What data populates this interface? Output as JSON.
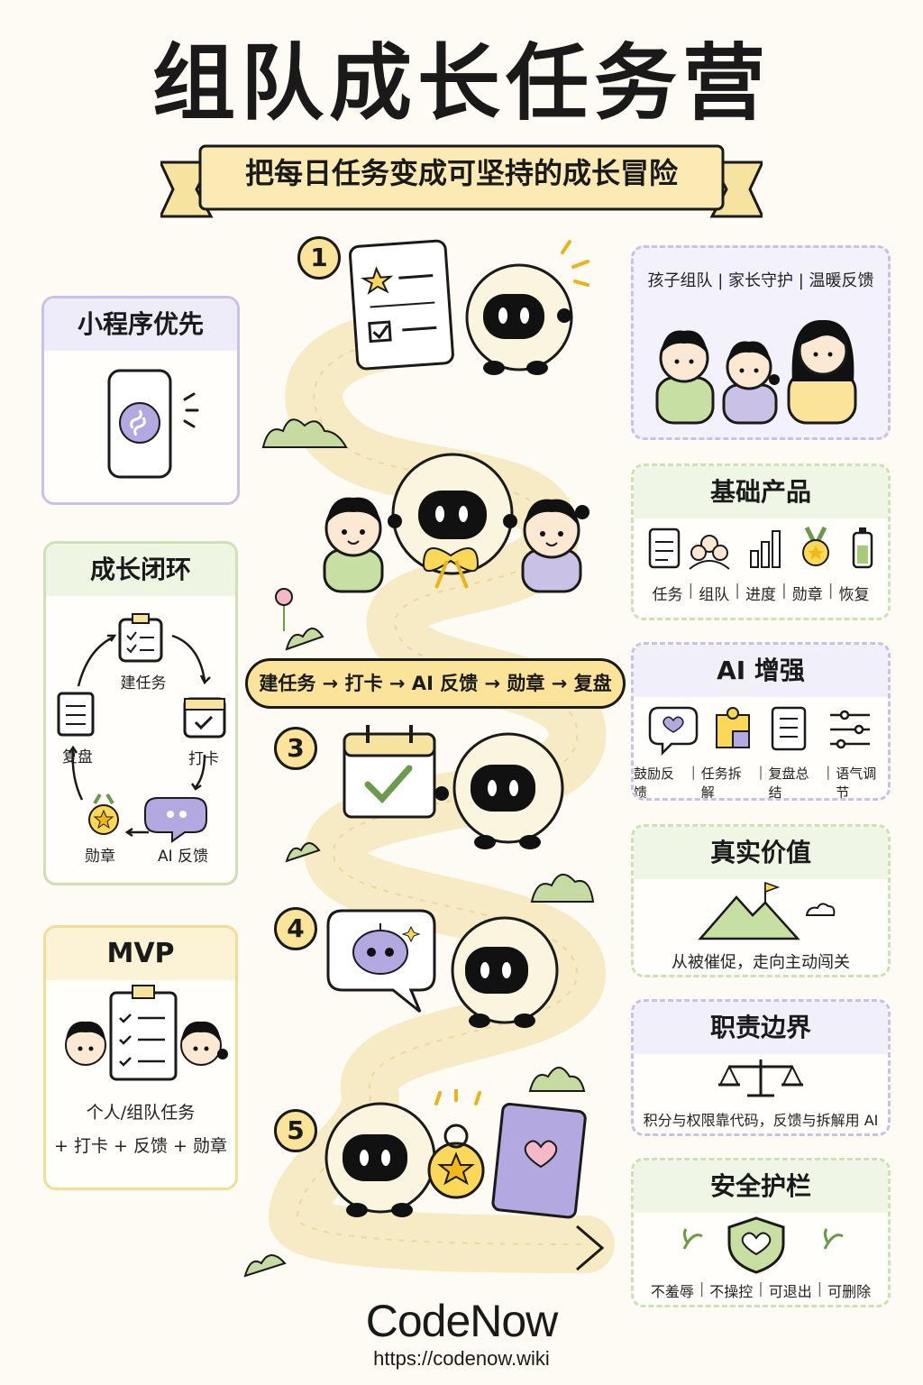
{
  "title": "组队成长任务营",
  "subtitle": "把每日任务变成可坚持的成长冒险",
  "left_cards": {
    "mini_program": {
      "title": "小程序优先"
    },
    "growth_loop": {
      "title": "成长闭环",
      "steps": [
        "建任务",
        "打卡",
        "AI 反馈",
        "勋章",
        "复盘"
      ]
    },
    "mvp": {
      "title": "MVP",
      "line1": "个人/组队任务",
      "line2": "+ 打卡 + 反馈 + 勋章"
    }
  },
  "path": {
    "steps": [
      "1",
      "3",
      "4",
      "5"
    ],
    "flow": "建任务 → 打卡 → AI 反馈 → 勋章 → 复盘"
  },
  "right_cards": {
    "team": {
      "tagline": "孩子组队 | 家长守护 | 温暖反馈"
    },
    "basic": {
      "title": "基础产品",
      "items": [
        "任务",
        "组队",
        "进度",
        "勋章",
        "恢复"
      ]
    },
    "ai": {
      "title": "AI 增强",
      "items": [
        "鼓励反馈",
        "任务拆解",
        "复盘总结",
        "语气调节"
      ]
    },
    "value": {
      "title": "真实价值",
      "text": "从被催促，走向主动闯关"
    },
    "boundary": {
      "title": "职责边界",
      "text": "积分与权限靠代码，反馈与拆解用 AI"
    },
    "safety": {
      "title": "安全护栏",
      "items": [
        "不羞辱",
        "不操控",
        "可退出",
        "可删除"
      ]
    }
  },
  "footer": {
    "brand": "CodeNow",
    "url": "https://codenow.wiki"
  },
  "colors": {
    "yellow": "#fbe49a",
    "purple": "#c9c2e6",
    "green": "#cfe0b4",
    "sheep": "#fbf4de"
  }
}
